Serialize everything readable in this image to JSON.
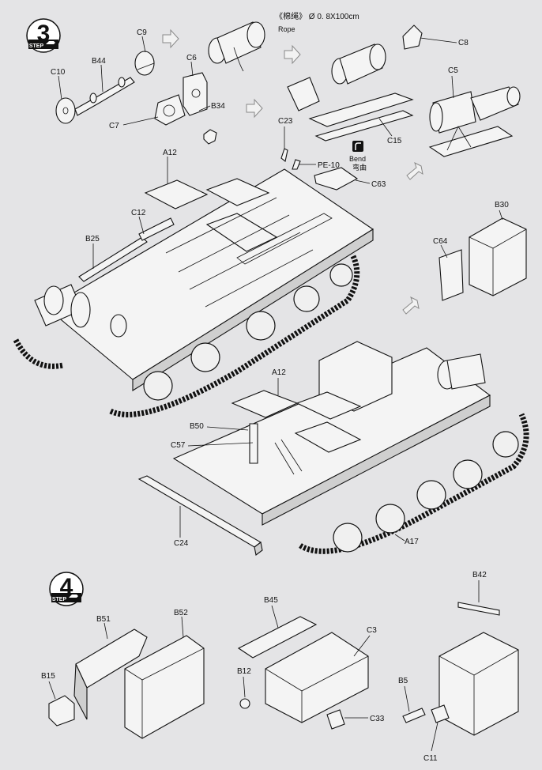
{
  "steps": [
    {
      "number": "3",
      "label": "STEP"
    },
    {
      "number": "4",
      "label": "STEP"
    }
  ],
  "rope_note": {
    "chinese": "《棉绳》",
    "dimension": "Ø 0. 8X100cm",
    "english": "Rope"
  },
  "bend_note": {
    "english": "Bend",
    "chinese": "弯曲"
  },
  "step3_parts": [
    "C9",
    "B44",
    "C10",
    "C6",
    "B34",
    "C7",
    "C8",
    "C15",
    "C5",
    "C23",
    "PE-10",
    "C63",
    "A12",
    "C12",
    "B25",
    "B30",
    "C64",
    "B50",
    "C57",
    "C24",
    "A17"
  ],
  "step4_parts": [
    "B42",
    "B51",
    "B52",
    "B15",
    "B45",
    "C3",
    "B12",
    "C33",
    "B5",
    "C11"
  ],
  "labels": {
    "c9": "C9",
    "b44": "B44",
    "c10": "C10",
    "c6": "C6",
    "b34": "B34",
    "c7": "C7",
    "c8": "C8",
    "c15": "C15",
    "c5": "C5",
    "c23": "C23",
    "pe10": "PE-10",
    "c63": "C63",
    "a12_top": "A12",
    "c12": "C12",
    "b25": "B25",
    "b30": "B30",
    "c64": "C64",
    "a12_mid": "A12",
    "b50": "B50",
    "c57": "C57",
    "c24": "C24",
    "a17": "A17",
    "b42": "B42",
    "b51": "B51",
    "b52": "B52",
    "b15": "B15",
    "b45": "B45",
    "c3": "C3",
    "b12": "B12",
    "c33": "C33",
    "b5": "B5",
    "c11": "C11"
  },
  "colors": {
    "paper": "#e4e4e6",
    "ink": "#111111",
    "arrow": "#f2f2f2"
  }
}
